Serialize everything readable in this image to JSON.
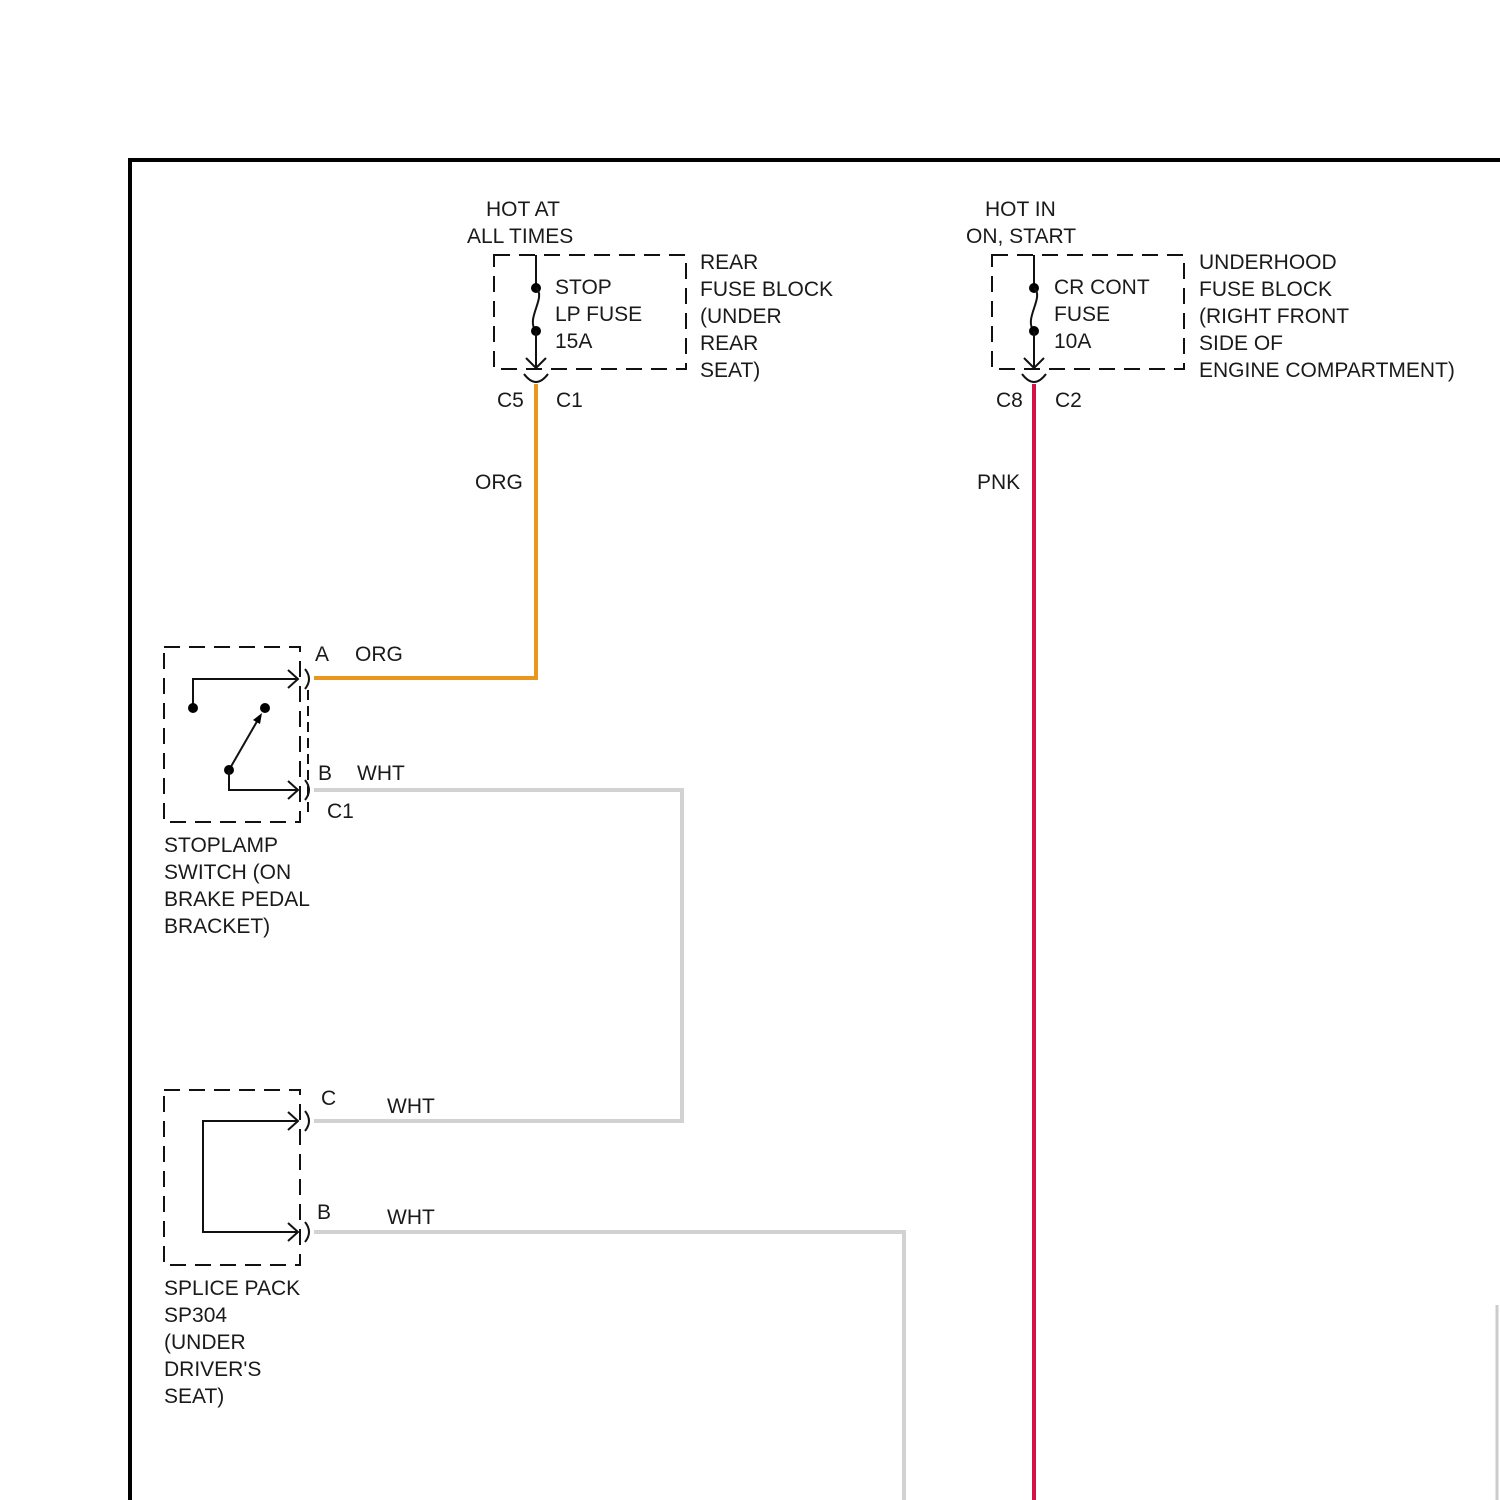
{
  "colors": {
    "org_wire": "#e8961e",
    "pnk_wire": "#d31245",
    "wht_wire": "#d2d2d2"
  },
  "fuse_stop": {
    "power_line1": "HOT AT",
    "power_line2": "ALL TIMES",
    "name_lines": [
      "STOP",
      "LP FUSE",
      "15A"
    ],
    "block_lines": [
      "REAR",
      "FUSE BLOCK",
      "(UNDER",
      "REAR",
      "SEAT)"
    ],
    "connector_left": "C5",
    "connector_right": "C1",
    "wire_color": "ORG"
  },
  "fuse_cr": {
    "power_line1": "HOT IN",
    "power_line2": "ON, START",
    "name_lines": [
      "CR CONT",
      "FUSE",
      "10A"
    ],
    "block_lines": [
      "UNDERHOOD",
      "FUSE BLOCK",
      "(RIGHT FRONT",
      "SIDE OF",
      "ENGINE COMPARTMENT)"
    ],
    "connector_left": "C8",
    "connector_right": "C2",
    "wire_color": "PNK"
  },
  "stoplamp_switch": {
    "pin_a": "A",
    "pin_a_wire": "ORG",
    "pin_b": "B",
    "pin_b_wire": "WHT",
    "connector": "C1",
    "label_lines": [
      "STOPLAMP",
      "SWITCH (ON",
      "BRAKE PEDAL",
      "BRACKET)"
    ]
  },
  "splice_pack": {
    "pin_c": "C",
    "pin_c_wire": "WHT",
    "pin_b": "B",
    "pin_b_wire": "WHT",
    "label_lines": [
      "SPLICE PACK",
      "SP304",
      "(UNDER",
      "DRIVER'S",
      "SEAT)"
    ]
  }
}
